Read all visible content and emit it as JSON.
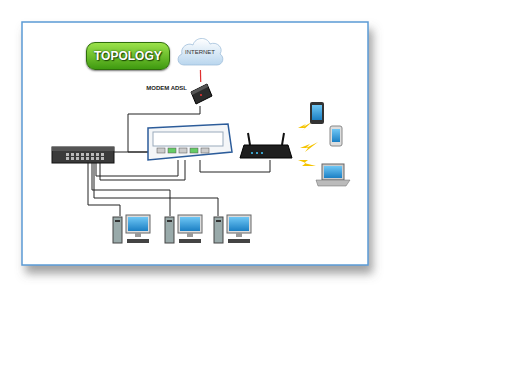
{
  "diagram": {
    "title": "TOPOLOGY",
    "nodes": [
      {
        "text": [
          "INTERNET"
        ]
      },
      {
        "text": [
          "MODEM ADSL"
        ]
      }
    ],
    "edges": [
      {
        "from": 0,
        "to": 1,
        "arrow": "none"
      }
    ]
  }
}
